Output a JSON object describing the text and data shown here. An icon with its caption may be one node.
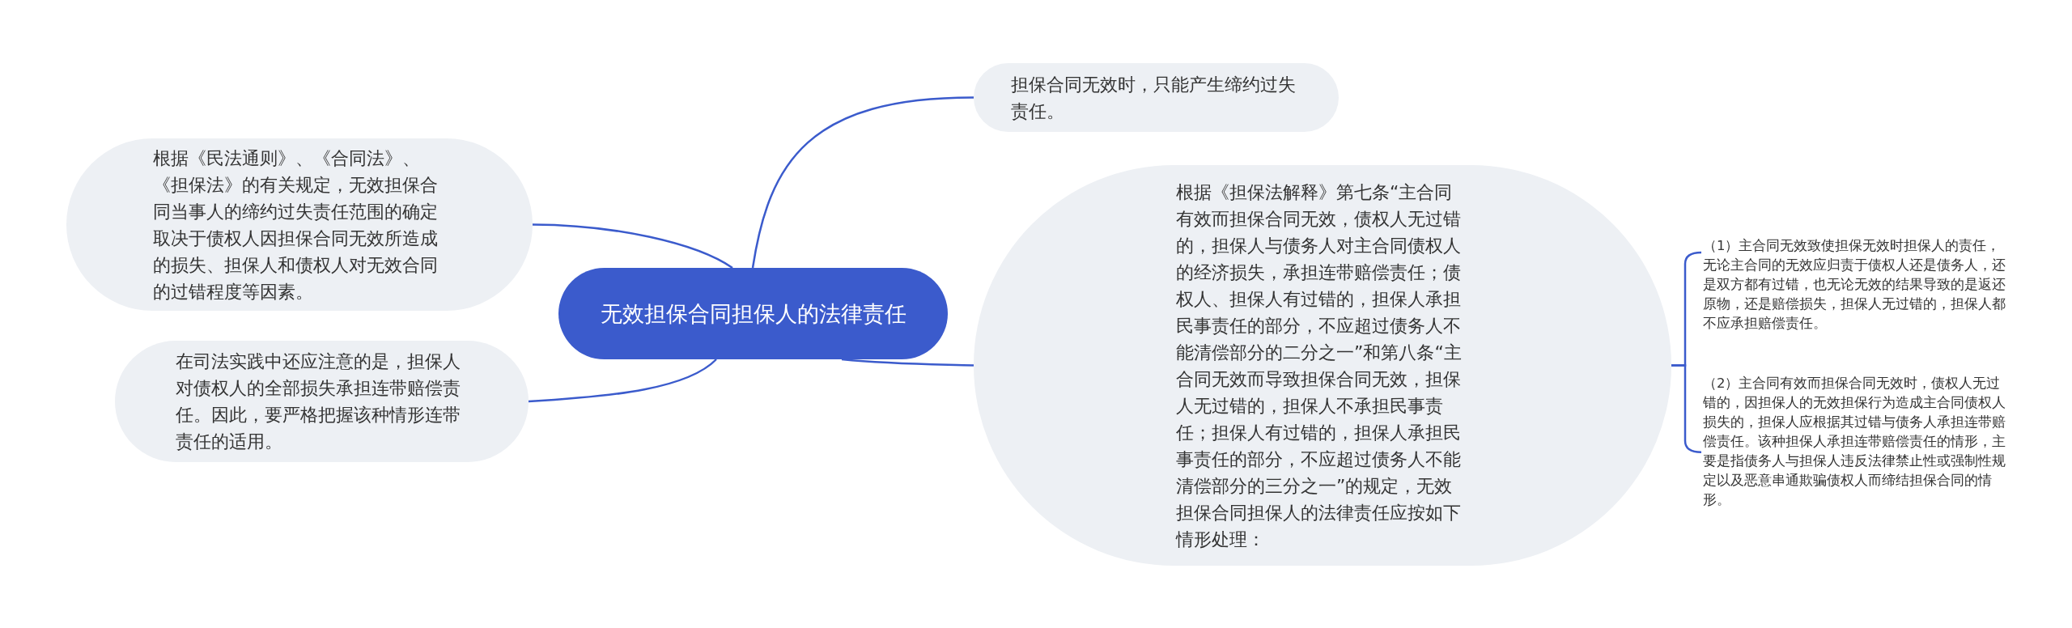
{
  "diagram": {
    "nodes": [
      {
        "text": [
          "无效担保合同担保人的法律责任"
        ]
      },
      {
        "text": [
          "担保合同无效时，只能产生缔约过失责任。"
        ]
      },
      {
        "text": [
          "根据《民法通则》、《合同法》、《担保法》的有关规定，无效担保合同当事人的缔约过失责任范围的确定取决于债权人因担保合同无效所造成的损失、担保人和债权人对无效合同的过错程度等因素。"
        ]
      },
      {
        "text": [
          "在司法实践中还应注意的是，担保人对债权人的全部损失承担连带赔偿责任。因此，要严格把握该种情形连带责任的适用。"
        ]
      },
      {
        "text": [
          "根据《担保法解释》第七条“主合同有效而担保合同无效，债权人无过错的，担保人与债务人对主合同债权人的经济损失，承担连带赔偿责任；债权人、担保人有过错的，担保人承担民事责任的部分，不应超过债务人不能清偿部分的二分之一”和第八条“主合同无效而导致担保合同无效，担保人无过错的，担保人不承担民事责任；担保人有过错的，担保人承担民事责任的部分，不应超过债务人不能清偿部分的三分之一”的规定，无效担保合同担保人的法律责任应按如下情形处理："
        ]
      },
      {
        "text": [
          "（1）主合同无效致使担保无效时担保人的责任，无论主合同的无效应归责于债权人还是债务人，还是双方都有过错，也无论无效的结果导致的是返还原物，还是赔偿损失，担保人无过错的，担保人都不应承担赔偿责任。"
        ]
      },
      {
        "text": [
          "（2）主合同有效而担保合同无效时，债权人无过错的，因担保人的无效担保行为造成主合同债权人损失的，担保人应根据其过错与债务人承担连带赔偿责任。该种担保人承担连带赔偿责任的情形，主要是指债务人与担保人违反法律禁止性或强制性规定以及恶意串通欺骗债权人而缔结担保合同的情形。"
        ]
      }
    ],
    "edges": [
      {
        "from": 0,
        "to": 1,
        "arrow": "none"
      },
      {
        "from": 0,
        "to": 2,
        "arrow": "none"
      },
      {
        "from": 0,
        "to": 3,
        "arrow": "none"
      },
      {
        "from": 0,
        "to": 4,
        "arrow": "none"
      },
      {
        "from": 4,
        "to": 5,
        "arrow": "none"
      },
      {
        "from": 4,
        "to": 6,
        "arrow": "none"
      }
    ]
  }
}
